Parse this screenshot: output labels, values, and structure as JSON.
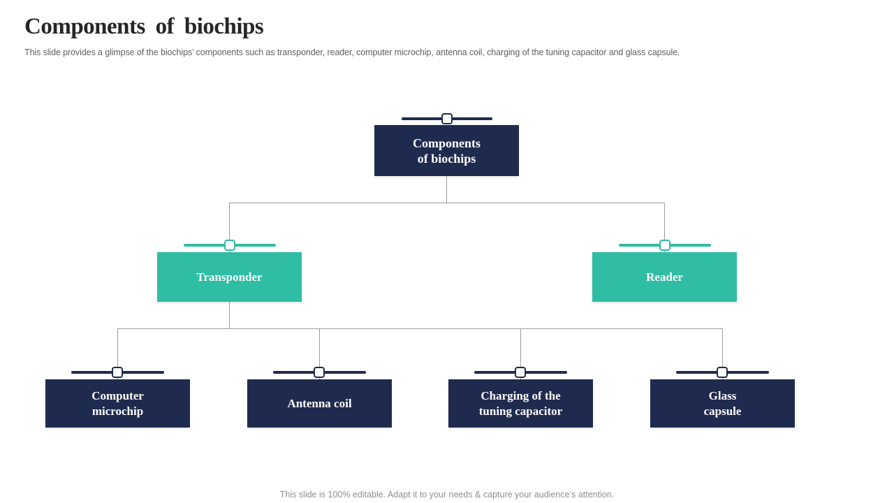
{
  "slide": {
    "title": "Components of biochips",
    "subtitle": "This slide provides a glimpse of the biochips’ components such as transponder, reader, computer microchip, antenna coil, charging of the tuning capacitor and glass capsule.",
    "footer": "This slide is 100% editable. Adapt it to your needs & capture your audience’s attention."
  },
  "org": {
    "root": {
      "label": "Components\nof biochips"
    },
    "level2": [
      {
        "label": "Transponder"
      },
      {
        "label": "Reader"
      }
    ],
    "level3": [
      {
        "label": "Computer\nmicrochip"
      },
      {
        "label": "Antenna coil"
      },
      {
        "label": "Charging of the\ntuning capacitor"
      },
      {
        "label": "Glass\ncapsule"
      }
    ]
  },
  "colors": {
    "navy": "#1f2b4e",
    "teal": "#2fbda3",
    "connector_gray": "#9c9c9c"
  }
}
